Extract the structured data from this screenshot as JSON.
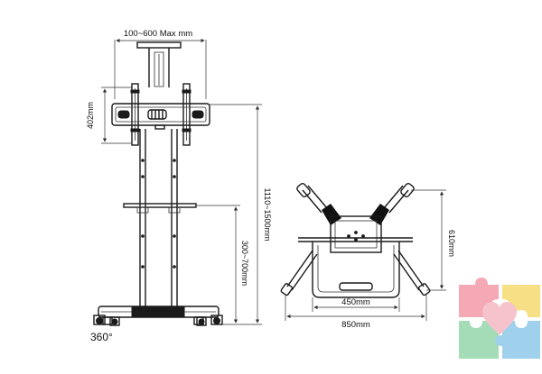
{
  "labels": {
    "vesa_width": "100~600 Max mm",
    "vesa_height": "402mm",
    "total_height": "1110~1500mm",
    "shelf_height": "300~700mm",
    "base_depth": "610mm",
    "base_inner_width": "450mm",
    "base_outer_width": "850mm",
    "rotation": "360°"
  },
  "colors": {
    "line": "#1a1a1a",
    "puzzle_pink": "#f4a9b4",
    "puzzle_yellow": "#f7df86",
    "puzzle_blue": "#9fd1ec",
    "puzzle_green": "#a5dcb8",
    "heart": "#f6c3cc"
  }
}
